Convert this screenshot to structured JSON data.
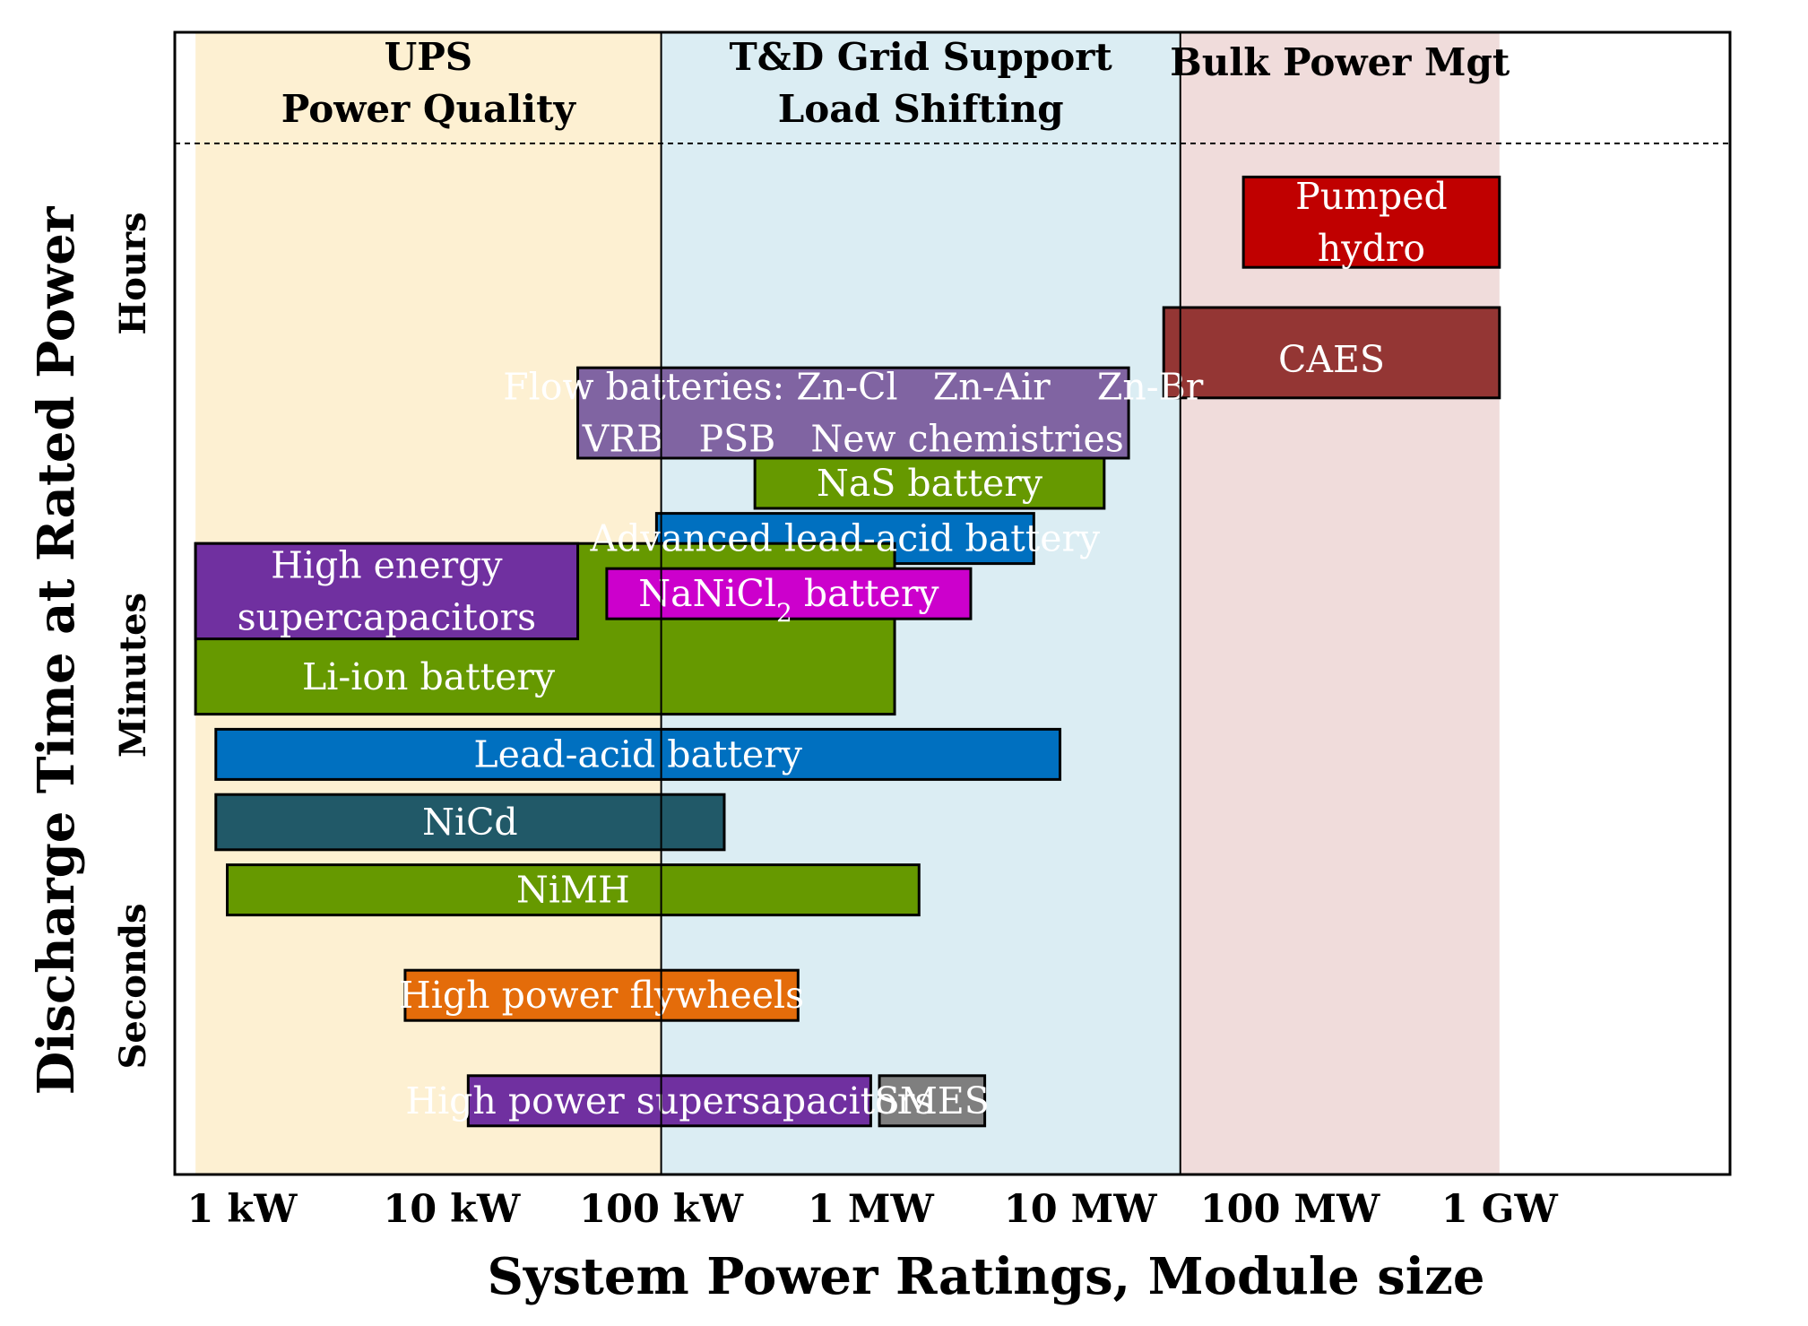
{
  "chart_data": {
    "type": "bar",
    "orientation": "horizontal",
    "x_scale": "log",
    "xlabel": "System Power Ratings, Module size",
    "ylabel": "Discharge Time at Rated Power",
    "x_ticks": [
      {
        "label": "1 kW",
        "value_kw": 1
      },
      {
        "label": "10 kW",
        "value_kw": 10
      },
      {
        "label": "100 kW",
        "value_kw": 100
      },
      {
        "label": "1 MW",
        "value_kw": 1000
      },
      {
        "label": "10 MW",
        "value_kw": 10000
      },
      {
        "label": "100 MW",
        "value_kw": 100000
      },
      {
        "label": "1 GW",
        "value_kw": 1000000
      }
    ],
    "time_levels": [
      "Seconds",
      "Minutes",
      "Hours"
    ],
    "regions": [
      {
        "id": "ups",
        "lines": [
          "UPS",
          "Power Quality"
        ],
        "from_kw": 0.6,
        "to_kw": 100,
        "color": "#fdf0d2"
      },
      {
        "id": "td",
        "lines": [
          "T&D Grid Support",
          "Load Shifting"
        ],
        "from_kw": 100,
        "to_kw": 30000,
        "color": "#dbedf3"
      },
      {
        "id": "bulk",
        "lines": [
          "Bulk Power Mgt"
        ],
        "from_kw": 30000,
        "to_kw": 1000000,
        "color": "#f0dcdb"
      }
    ],
    "technologies": [
      {
        "id": "pumped-hydro",
        "lines": [
          "Pumped",
          "hydro"
        ],
        "min_kw": 60000,
        "max_kw": 1000000,
        "time_band": [
          0.89,
          0.98
        ],
        "color": "#c00000"
      },
      {
        "id": "caes",
        "lines": [
          "CAES"
        ],
        "min_kw": 25000,
        "max_kw": 1000000,
        "time_band": [
          0.76,
          0.85
        ],
        "color": "#943634"
      },
      {
        "id": "flow-batteries",
        "lines": [
          "Flow batteries: Zn-Cl   Zn-Air    Zn-Br",
          "VRB   PSB   New chemistries"
        ],
        "min_kw": 40,
        "max_kw": 17000,
        "time_band": [
          0.7,
          0.79
        ],
        "color": "#8064a2"
      },
      {
        "id": "nas-battery",
        "lines": [
          "NaS battery"
        ],
        "min_kw": 280,
        "max_kw": 13000,
        "time_band": [
          0.65,
          0.7
        ],
        "color": "#669900"
      },
      {
        "id": "advanced-lead-acid",
        "lines": [
          "Advanced lead-acid battery"
        ],
        "min_kw": 95,
        "max_kw": 6000,
        "time_band": [
          0.595,
          0.645
        ],
        "color": "#0070c0"
      },
      {
        "id": "li-ion",
        "lines": [
          "Li-ion battery"
        ],
        "min_kw": 0.6,
        "max_kw": 1300,
        "time_band": [
          0.445,
          0.615
        ],
        "color": "#669900"
      },
      {
        "id": "high-energy-supercap",
        "lines": [
          "High energy",
          "supercapacitors"
        ],
        "min_kw": 0.6,
        "max_kw": 40,
        "time_band": [
          0.52,
          0.615
        ],
        "color": "#7030a0"
      },
      {
        "id": "nanicl2",
        "lines": [
          "NaNiCl",
          "2",
          " battery"
        ],
        "min_kw": 55,
        "max_kw": 3000,
        "time_band": [
          0.54,
          0.59
        ],
        "color": "#cc00cc"
      },
      {
        "id": "lead-acid",
        "lines": [
          "Lead-acid battery"
        ],
        "min_kw": 0.75,
        "max_kw": 8000,
        "time_band": [
          0.38,
          0.43
        ],
        "color": "#0070c0"
      },
      {
        "id": "nicd",
        "lines": [
          "NiCd"
        ],
        "min_kw": 0.75,
        "max_kw": 200,
        "time_band": [
          0.31,
          0.365
        ],
        "color": "#215968"
      },
      {
        "id": "nimh",
        "lines": [
          "NiMH"
        ],
        "min_kw": 0.85,
        "max_kw": 1700,
        "time_band": [
          0.245,
          0.295
        ],
        "color": "#669900"
      },
      {
        "id": "high-power-flywheels",
        "lines": [
          "High power flywheels"
        ],
        "min_kw": 6,
        "max_kw": 450,
        "time_band": [
          0.14,
          0.19
        ],
        "color": "#e46c0a"
      },
      {
        "id": "high-power-supercap",
        "lines": [
          "High power supersapacitors"
        ],
        "min_kw": 12,
        "max_kw": 1000,
        "time_band": [
          0.035,
          0.085
        ],
        "color": "#7030a0"
      },
      {
        "id": "smes",
        "lines": [
          "SMES"
        ],
        "min_kw": 1100,
        "max_kw": 3500,
        "time_band": [
          0.035,
          0.085
        ],
        "color": "#7f7f7f"
      }
    ]
  }
}
